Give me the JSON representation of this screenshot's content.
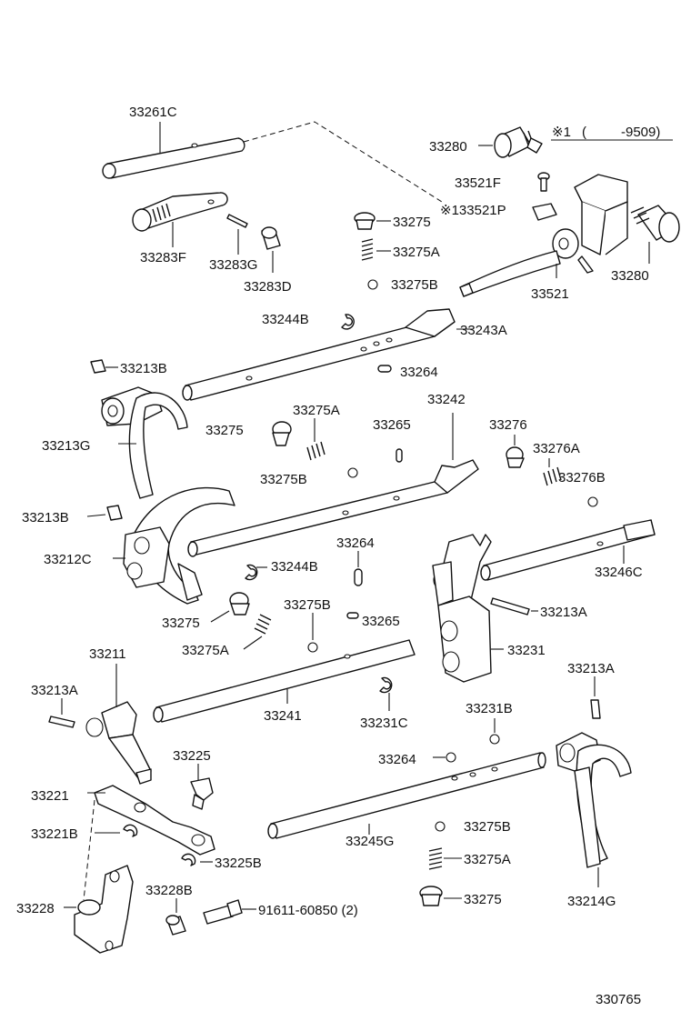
{
  "labels": {
    "p33261C": "33261C",
    "p33280a": "33280",
    "p33280b": "33280",
    "note_mark": "※1",
    "note_paren_open": "(",
    "note_range": "-9509)",
    "p33521F": "33521F",
    "p33521P": "※133521P",
    "p33275_top": "33275",
    "p33275A_top": "33275A",
    "p33275B_top": "33275B",
    "p33521": "33521",
    "p33283F": "33283F",
    "p33283G": "33283G",
    "p33283D": "33283D",
    "p33244B_top": "33244B",
    "p33243A": "33243A",
    "p33213B_top": "33213B",
    "p33264_top": "33264",
    "p33242": "33242",
    "p33275A_mid": "33275A",
    "p33275_mid": "33275",
    "p33265_top": "33265",
    "p33276": "33276",
    "p33276A": "33276A",
    "p33276B": "33276B",
    "p33213G": "33213G",
    "p33275B_mid": "33275B",
    "p33213B_mid": "33213B",
    "p33264_mid": "33264",
    "p33246C": "33246C",
    "p33212C": "33212C",
    "p33244B_mid": "33244B",
    "p33213A_mid": "33213A",
    "p33275B_low": "33275B",
    "p33275_low": "33275",
    "p33265_low": "33265",
    "p33275A_low": "33275A",
    "p33231": "33231",
    "p33211": "33211",
    "p33213A_left": "33213A",
    "p33213A_right": "33213A",
    "p33241": "33241",
    "p33231C": "33231C",
    "p33231B": "33231B",
    "p33225": "33225",
    "p33264_low": "33264",
    "p33221": "33221",
    "p33221B": "33221B",
    "p33245G": "33245G",
    "p33275B_bot": "33275B",
    "p33225B": "33225B",
    "p33275A_bot": "33275A",
    "p33228B": "33228B",
    "p33228": "33228",
    "p91611": "91611-60850 (2)",
    "p33275_bot": "33275",
    "p33214G": "33214G",
    "fig_no": "330765"
  }
}
